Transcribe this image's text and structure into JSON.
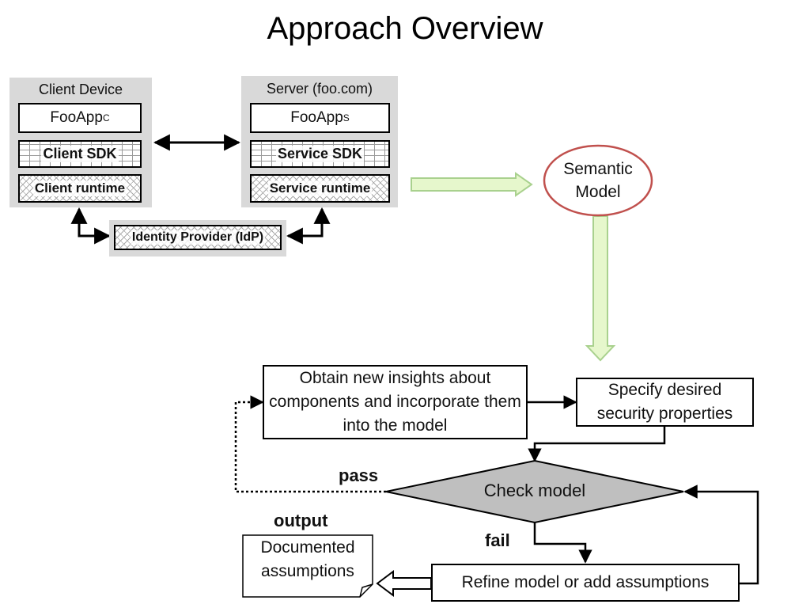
{
  "title": "Approach Overview",
  "architecture": {
    "client_panel_label": "Client Device",
    "client_app": "FooApp",
    "client_app_sub": "C",
    "client_sdk": "Client SDK",
    "client_runtime": "Client runtime",
    "server_panel_label": "Server (foo.com)",
    "server_app": "FooApp",
    "server_app_sub": "S",
    "service_sdk": "Service SDK",
    "service_runtime": "Service runtime",
    "idp": "Identity Provider (IdP)"
  },
  "semantic_model": "Semantic Model",
  "flow": {
    "insights": "Obtain new insights about components and incorporate them into the model",
    "specify": "Specify desired security properties",
    "check": "Check model",
    "pass_label": "pass",
    "fail_label": "fail",
    "refine": "Refine model or add assumptions",
    "output_label": "output",
    "documented": "Documented assumptions"
  },
  "colors": {
    "panel_gray": "#d9d9d9",
    "green_arrow_fill": "#e6f7cc",
    "green_arrow_stroke": "#a9d18e",
    "ellipse_stroke": "#c0504d",
    "diamond_fill": "#bfbfbf"
  }
}
